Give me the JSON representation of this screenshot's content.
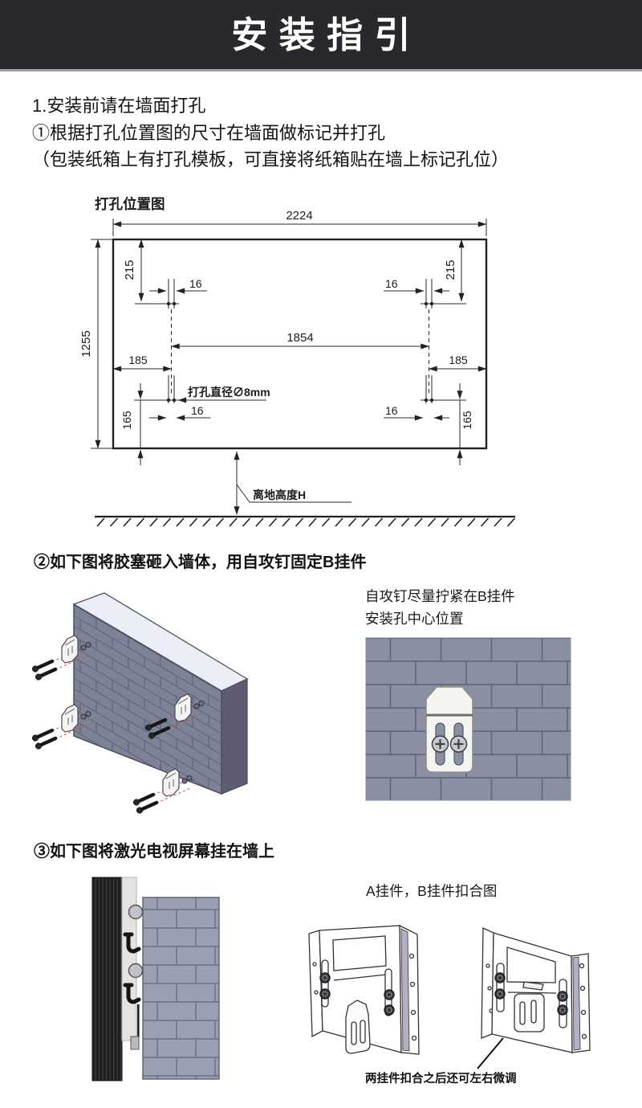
{
  "header": {
    "title": "安装指引"
  },
  "step1": {
    "line1": "1.安装前请在墙面打孔",
    "line2": "①根据打孔位置图的尺寸在墙面做标记并打孔",
    "line3": "（包装纸箱上有打孔模板，可直接将纸箱贴在墙上标记孔位）"
  },
  "diagram": {
    "title": "打孔位置图",
    "dim_total_width": "2224",
    "dim_total_height": "1255",
    "dim_top_offset_left": "215",
    "dim_top_offset_right": "215",
    "dim_hole_gap_top_left": "16",
    "dim_hole_gap_top_right": "16",
    "dim_hole_gap_bottom_left": "16",
    "dim_hole_gap_bottom_right": "16",
    "dim_center_span": "1854",
    "dim_side_offset_left": "185",
    "dim_side_offset_right": "185",
    "dim_bottom_offset_left": "165",
    "dim_bottom_offset_right": "165",
    "hole_diameter_note": "打孔直径∅8mm",
    "ground_height_note": "离地高度H"
  },
  "step2": {
    "heading": "②如下图将胶塞砸入墙体，用自攻钉固定B挂件",
    "note_line1": "自攻钉尽量拧紧在B挂件",
    "note_line2": "安装孔中心位置"
  },
  "step3": {
    "heading": "③如下图将激光电视屏幕挂在墙上",
    "engage_label": "A挂件，B挂件扣合图",
    "adjust_note": "两挂件扣合之后还可左右微调"
  },
  "colors": {
    "header_bg": "#27292d",
    "header_text": "#ffffff",
    "drawing_line": "#222222",
    "wall_brick": "#7d8397",
    "wall_top": "#e9eef7",
    "wall_side": "#5f5b73",
    "closeup_brick": "#8a90a4",
    "bracket_fill": "#f4f4f1",
    "screw_red": "#d84a3a",
    "flange_accent": "#b7aec6"
  }
}
